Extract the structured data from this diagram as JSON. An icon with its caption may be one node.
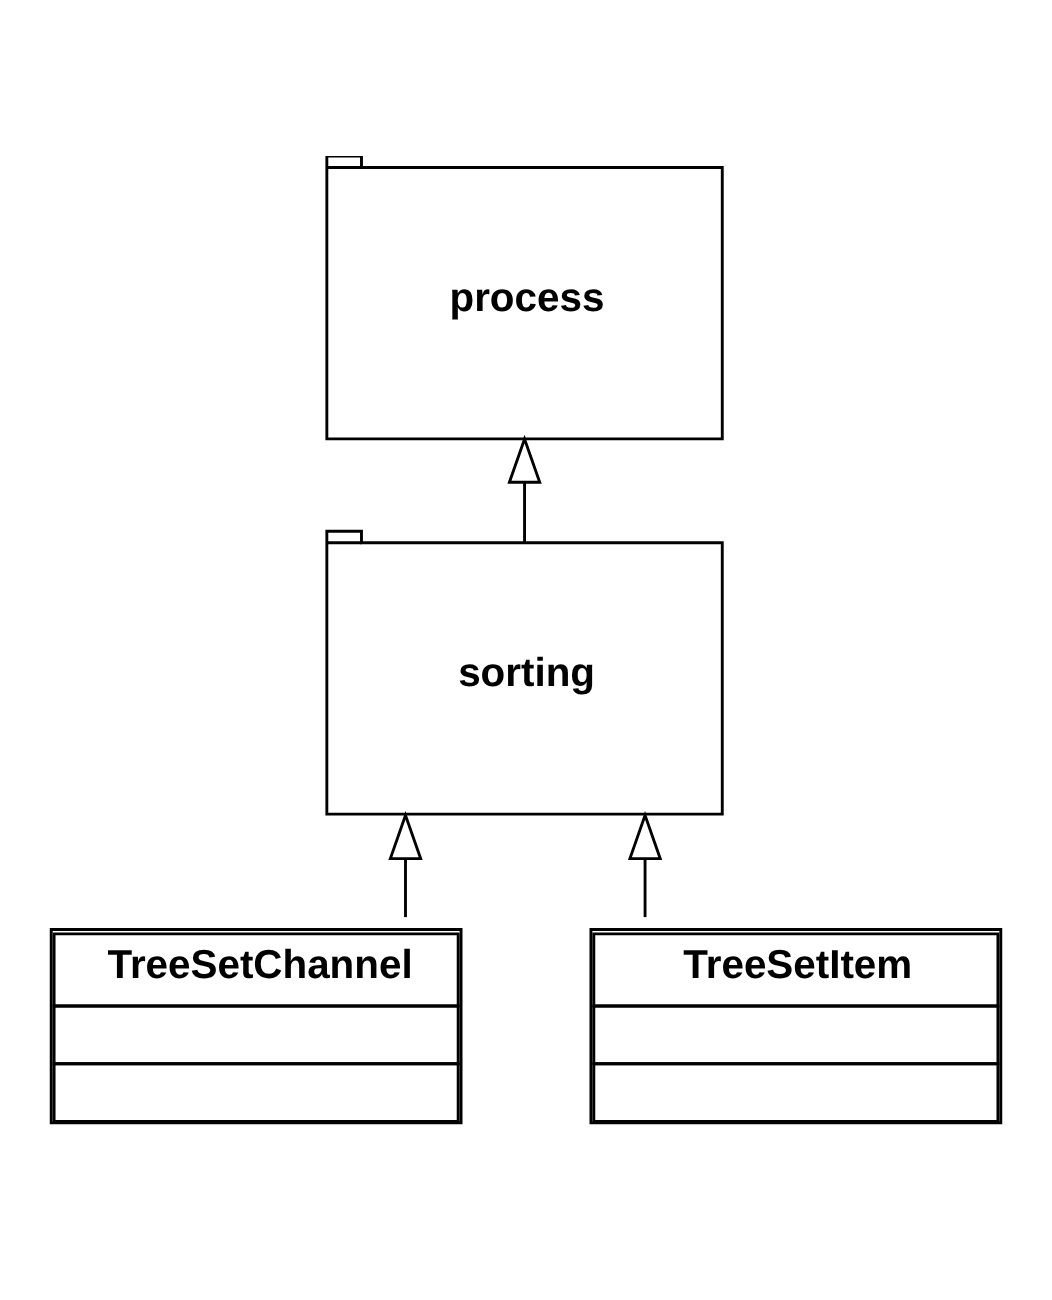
{
  "diagram": {
    "nodes": [
      {
        "text": [
          "process"
        ]
      },
      {
        "text": [
          "sorting"
        ]
      },
      {
        "text": [
          "TreeSetChannel"
        ]
      },
      {
        "text": [
          "TreeSetItem"
        ]
      }
    ],
    "edges": [
      {
        "from": 1,
        "to": 0,
        "arrow": "to"
      },
      {
        "from": 2,
        "to": 1,
        "arrow": "to"
      },
      {
        "from": 3,
        "to": 1,
        "arrow": "to"
      }
    ]
  }
}
